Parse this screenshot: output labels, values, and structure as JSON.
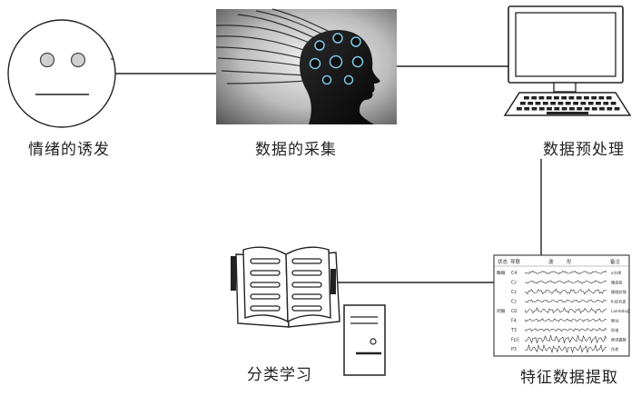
{
  "labels": {
    "emotion_induction": "情绪的诱发",
    "data_collection": "数据的采集",
    "preprocessing": "数据预处理",
    "classification": "分类学习",
    "feature_extraction": "特征数据提取"
  },
  "icons": {
    "stage1": "smiley-face-icon",
    "stage2": "eeg-head-photo",
    "stage3": "computer-monitor-icon",
    "stage4": "eeg-signal-chart",
    "stage5": "open-book-icon"
  },
  "eeg_chart": {
    "header": [
      "状态",
      "导联",
      "波",
      "形",
      "备注"
    ],
    "rows": [
      {
        "state": "睁眼",
        "lead": "C4",
        "note": "α节律"
      },
      {
        "state": "",
        "lead": "Cz",
        "note": "慢波段"
      },
      {
        "state": "",
        "lead": "Cz",
        "note": "睡眠纺锤"
      },
      {
        "state": "",
        "lead": "Cz",
        "note": "K-综合波"
      },
      {
        "state": "闭眼",
        "lead": "O2",
        "note": "Lambda波"
      },
      {
        "state": "",
        "lead": "F4",
        "note": "眼动"
      },
      {
        "state": "",
        "lead": "T3",
        "note": "肌电"
      },
      {
        "state": "",
        "lead": "Fp1",
        "note": "眼球震颤"
      },
      {
        "state": "",
        "lead": "P3",
        "note": "伪差"
      }
    ]
  },
  "colors": {
    "line": "#222222",
    "photo_bg": "#7a7a7a",
    "electrode": "#7ec9e8"
  }
}
